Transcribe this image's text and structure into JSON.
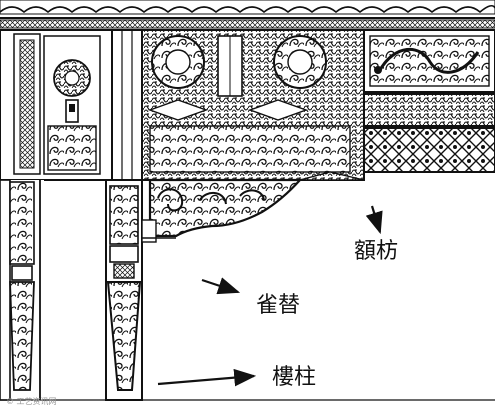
{
  "labels": {
    "architrave": "額枋",
    "bracket": "雀替",
    "column": "樓柱"
  },
  "watermark": "© 工艺资讯网",
  "colors": {
    "ink": "#111111",
    "paper": "#ffffff"
  },
  "icons": [
    "arrow-icon",
    "cloud-scroll-ornament-icon",
    "rosette-ornament-icon",
    "dragon-ornament-icon"
  ]
}
